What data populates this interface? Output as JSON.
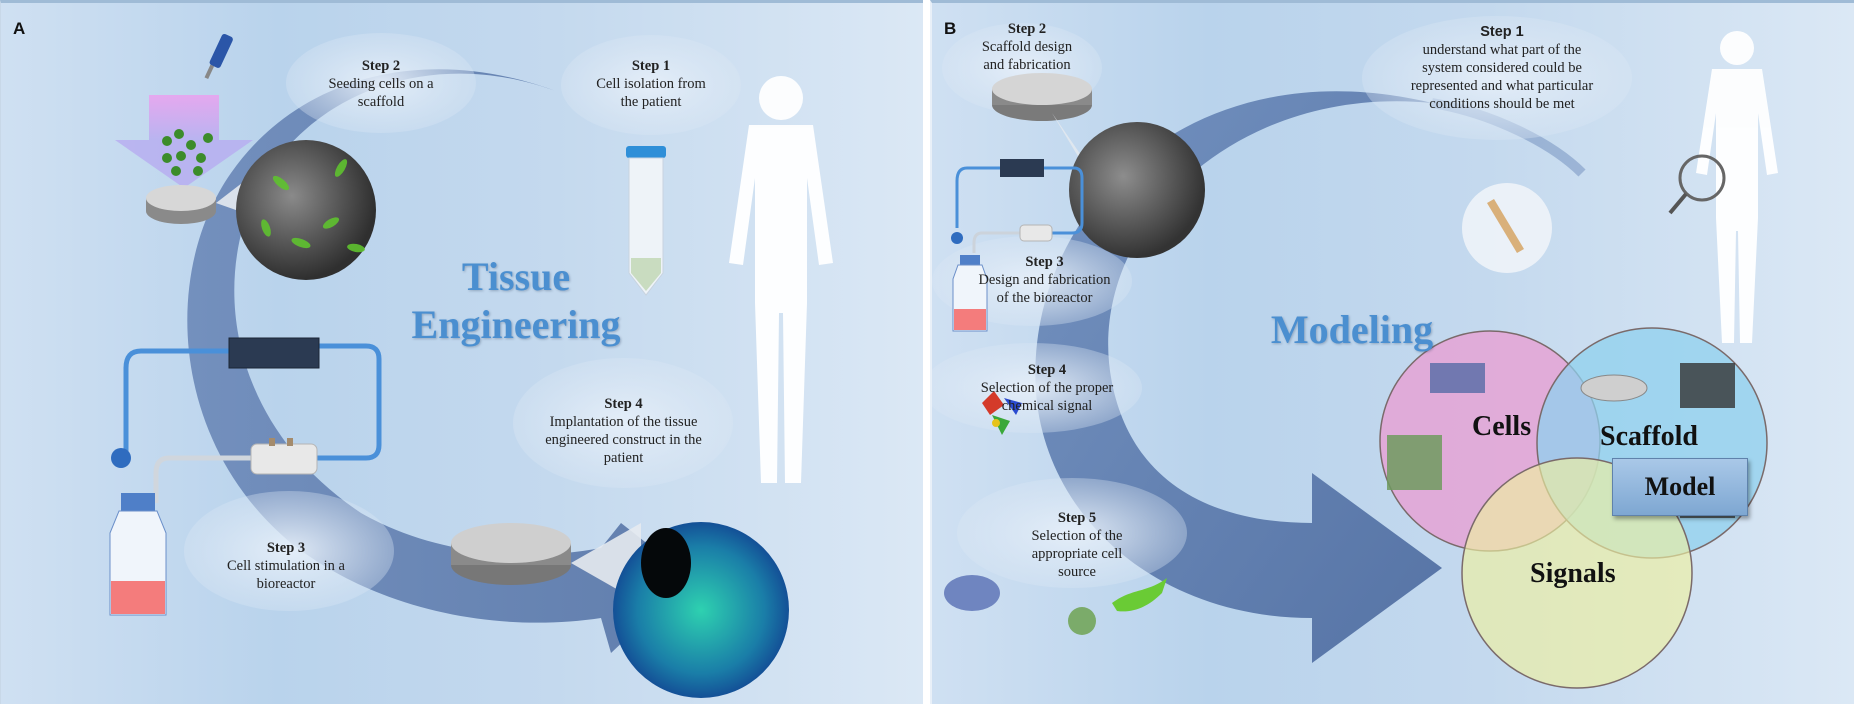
{
  "panelA": {
    "label": "A",
    "title_line1": "Tissue",
    "title_line2": "Engineering",
    "steps": [
      {
        "title": "Step 1",
        "desc": "Cell isolation from the patient"
      },
      {
        "title": "Step 2",
        "desc": "Seeding cells on a scaffold"
      },
      {
        "title": "Step 3",
        "desc": "Cell stimulation in a bioreactor"
      },
      {
        "title": "Step 4",
        "desc": "Implantation of the tissue engineered construct in the patient"
      }
    ]
  },
  "panelB": {
    "label": "B",
    "title": "Modeling",
    "steps": [
      {
        "title": "Step 1",
        "desc": "understand what part of the system considered could be represented and what particular conditions should be met"
      },
      {
        "title": "Step 2",
        "desc": "Scaffold design and fabrication"
      },
      {
        "title": "Step 3",
        "desc": "Design and fabrication of the bioreactor"
      },
      {
        "title": "Step 4",
        "desc": "Selection of the proper chemical signal"
      },
      {
        "title": "Step 5",
        "desc": "Selection of the appropriate cell source"
      }
    ],
    "venn": {
      "sets": [
        {
          "name": "Cells",
          "color": "#e3a6d6"
        },
        {
          "name": "Scaffold",
          "color": "#8fd0ee"
        },
        {
          "name": "Signals",
          "color": "#eef0a0"
        }
      ],
      "center": "Model"
    }
  },
  "colors": {
    "arrow": "#5f7fae",
    "title": "#4b8fd0",
    "tube": "#4a90d9",
    "medium": "#f47c7c"
  }
}
